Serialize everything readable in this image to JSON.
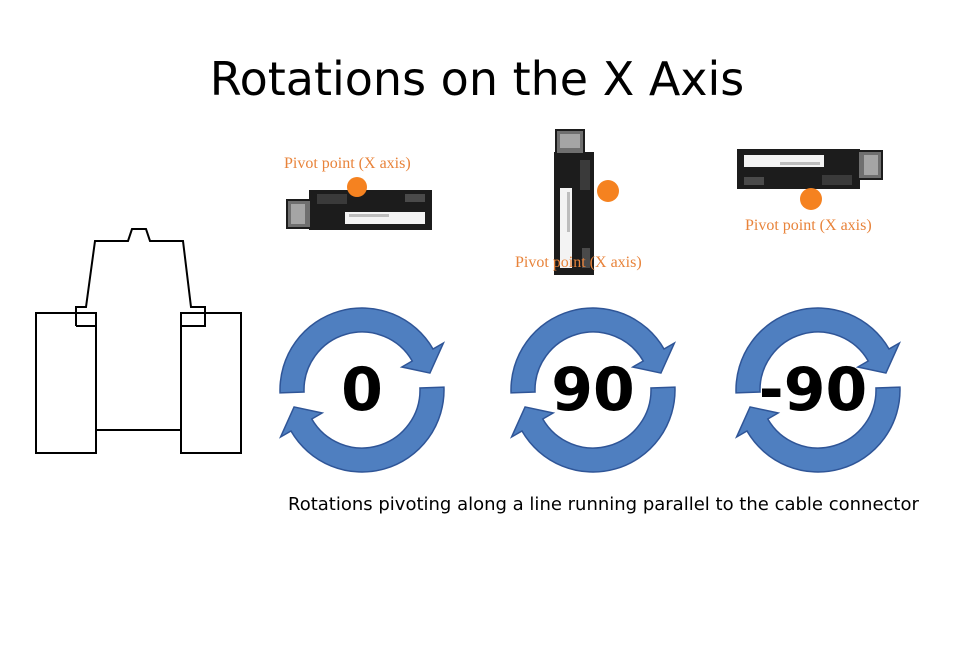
{
  "title": "Rotations on the X Axis",
  "pivot_label": "Pivot point (X axis)",
  "rotations": [
    {
      "value": "0"
    },
    {
      "value": "90"
    },
    {
      "value": "-90"
    }
  ],
  "caption": "Rotations pivoting along a line running parallel to the cable connector",
  "colors": {
    "arrow_fill": "#4f7fc0",
    "arrow_stroke": "#2f5597",
    "pivot_dot": "#f58220",
    "pivot_text": "#e8833a"
  },
  "icons": {
    "robot": "robot-top-view-icon",
    "sensor": "sensor-module-icon",
    "rotation": "circular-arrows-icon"
  }
}
